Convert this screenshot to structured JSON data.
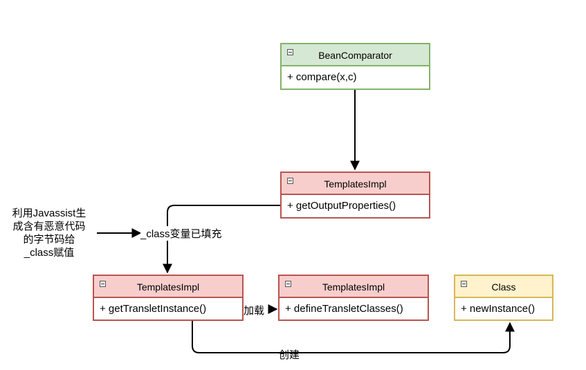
{
  "nodes": {
    "bean_comparator": {
      "title": "BeanComparator",
      "method": "+ compare(x,c)",
      "color": "#d5e8d4"
    },
    "templates_output": {
      "title": "TemplatesImpl",
      "method": "+ getOutputProperties()",
      "color": "#f8cecc"
    },
    "templates_translet": {
      "title": "TemplatesImpl",
      "method": "+ getTransletInstance()",
      "color": "#f8cecc"
    },
    "templates_define": {
      "title": "TemplatesImpl",
      "method": "+ defineTransletClasses()",
      "color": "#f8cecc"
    },
    "class_node": {
      "title": "Class",
      "method": "+ newInstance()",
      "color": "#fff2cc"
    }
  },
  "labels": {
    "class_filled": "_class变量已填充",
    "load": "加载",
    "create": "创建"
  },
  "note": {
    "lines": [
      "利用Javassist生",
      "成含有恶意代码",
      "的字节码给",
      "_class赋值"
    ]
  }
}
